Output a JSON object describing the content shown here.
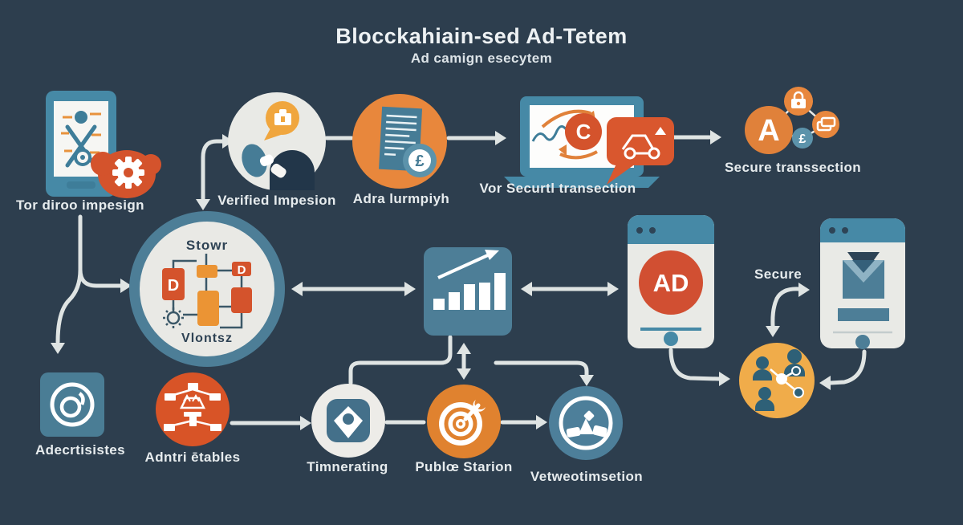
{
  "title": "Blocckahiain-sed Ad-Tetem",
  "subtitle": "Ad camign esecytem",
  "palette": {
    "background": "#2d3e4e",
    "red_orange": "#d4532c",
    "orange": "#e8873c",
    "amber": "#f0a63e",
    "teal": "#4689a6",
    "steel_teal": "#4d7e97",
    "light_panel": "#e9eae6",
    "arrow": "#dfe4e3",
    "dark_navy": "#22364a",
    "dark_label": "#2e4254"
  },
  "nodes": {
    "fraud_detection": {
      "label": "Tor diroo impesign"
    },
    "verified_impression": {
      "label": "Verified Impesion"
    },
    "ad_invoice": {
      "label": "Adra lurmpiyh",
      "currency": "£"
    },
    "secure_laptop": {
      "label": "Vor Securtl transection",
      "badge": "C"
    },
    "secure_transaction": {
      "label": "Secure transsection",
      "badge_a": "A",
      "currency": "£"
    },
    "storage": {
      "top_label": "Stowr",
      "bottom_label": "Vlontsz",
      "block_d1": "D",
      "block_d2": "D"
    },
    "ad_phone": {
      "badge": "AD"
    },
    "secure_delivery": {
      "label": "Secure"
    },
    "advertisers": {
      "label": "Adecrtisistes"
    },
    "ad_network": {
      "label": "Adntri ētables"
    },
    "targeting": {
      "label": "Timnerating"
    },
    "publisher": {
      "label": "Publœ Starion"
    },
    "verification": {
      "label": "Vetweotimsetion"
    }
  }
}
